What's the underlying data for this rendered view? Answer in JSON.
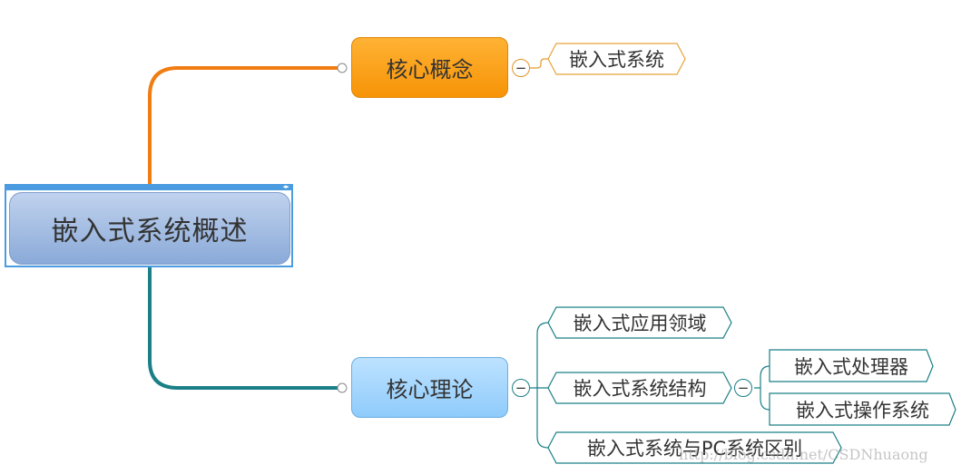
{
  "root": {
    "label": "嵌入式系统概述",
    "resize_glyph": "◂▸"
  },
  "branches": [
    {
      "label": "核心概念",
      "color": "#f79407",
      "collapse_symbol": "−",
      "children": [
        {
          "label": "嵌入式系统"
        }
      ]
    },
    {
      "label": "核心理论",
      "color": "#1a7f86",
      "collapse_symbol": "−",
      "children": [
        {
          "label": "嵌入式应用领域"
        },
        {
          "label": "嵌入式系统结构",
          "collapse_symbol": "−",
          "children": [
            {
              "label": "嵌入式处理器"
            },
            {
              "label": "嵌入式操作系统"
            }
          ]
        },
        {
          "label": "嵌入式系统与PC系统区别"
        }
      ]
    }
  ],
  "watermark": "http://blog.csdn.net/CSDNhuaong"
}
